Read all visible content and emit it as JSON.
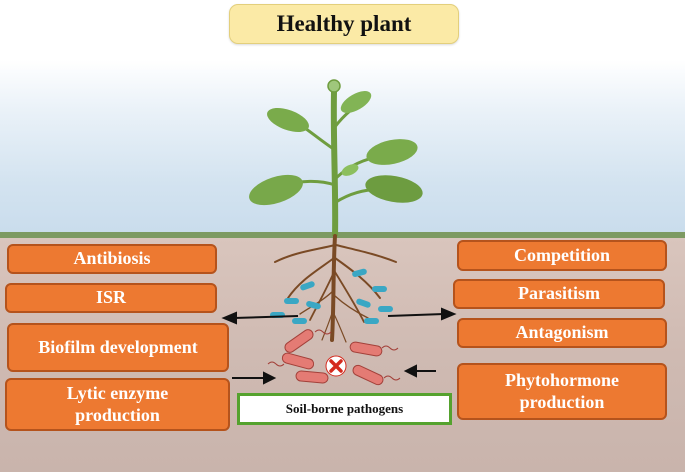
{
  "title": "Healthy plant",
  "left_mechanisms": [
    "Antibiosis",
    "ISR",
    "Biofilm development",
    "Lytic enzyme production"
  ],
  "right_mechanisms": [
    "Competition",
    "Parasitism",
    "Antagonism",
    "Phytohormone production"
  ],
  "pathogen_label": "Soil-borne pathogens",
  "colors": {
    "mechanism_box": "#ed7931",
    "mechanism_border": "#b5531c",
    "title_box": "#fbeaa6",
    "pathogen_border": "#55a22e",
    "plant": "#6f9d3f",
    "root": "#7a4a25",
    "beneficial_bacteria": "#3aa7c4",
    "pathogen_cells": "#e47b74",
    "inhibition_mark": "#d42a1e"
  },
  "icons": [
    "plant-icon",
    "root-icon",
    "bacteria-icon",
    "pathogen-icon",
    "inhibition-x-icon"
  ]
}
